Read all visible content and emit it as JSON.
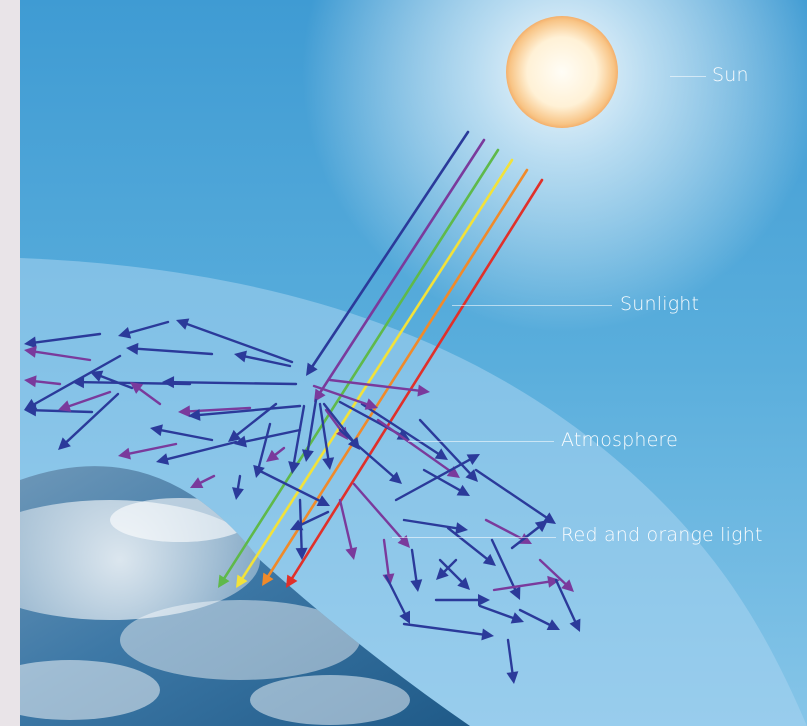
{
  "labels": {
    "sun": "Sun",
    "sunlight": "Sunlight",
    "atmosphere": "Atmosphere",
    "red_orange": "Red and orange light"
  },
  "colors": {
    "sky_top": "#3f9bd3",
    "sky_bottom": "#7cc0e6",
    "atmosphere": "#9fcfee",
    "sun_core": "#fffaf0",
    "sun_rim": "#f6b06a",
    "ocean": "#2f6fa0",
    "scatter_blue": "#2b3a9a",
    "scatter_purple": "#7a3a9c"
  },
  "beam_colors": [
    "#2b3a9a",
    "#7a3a9c",
    "#5fb94a",
    "#f2e23a",
    "#f08a2a",
    "#e0302a"
  ],
  "icons": [
    "sun-icon",
    "earth-icon",
    "arrow-icon"
  ]
}
